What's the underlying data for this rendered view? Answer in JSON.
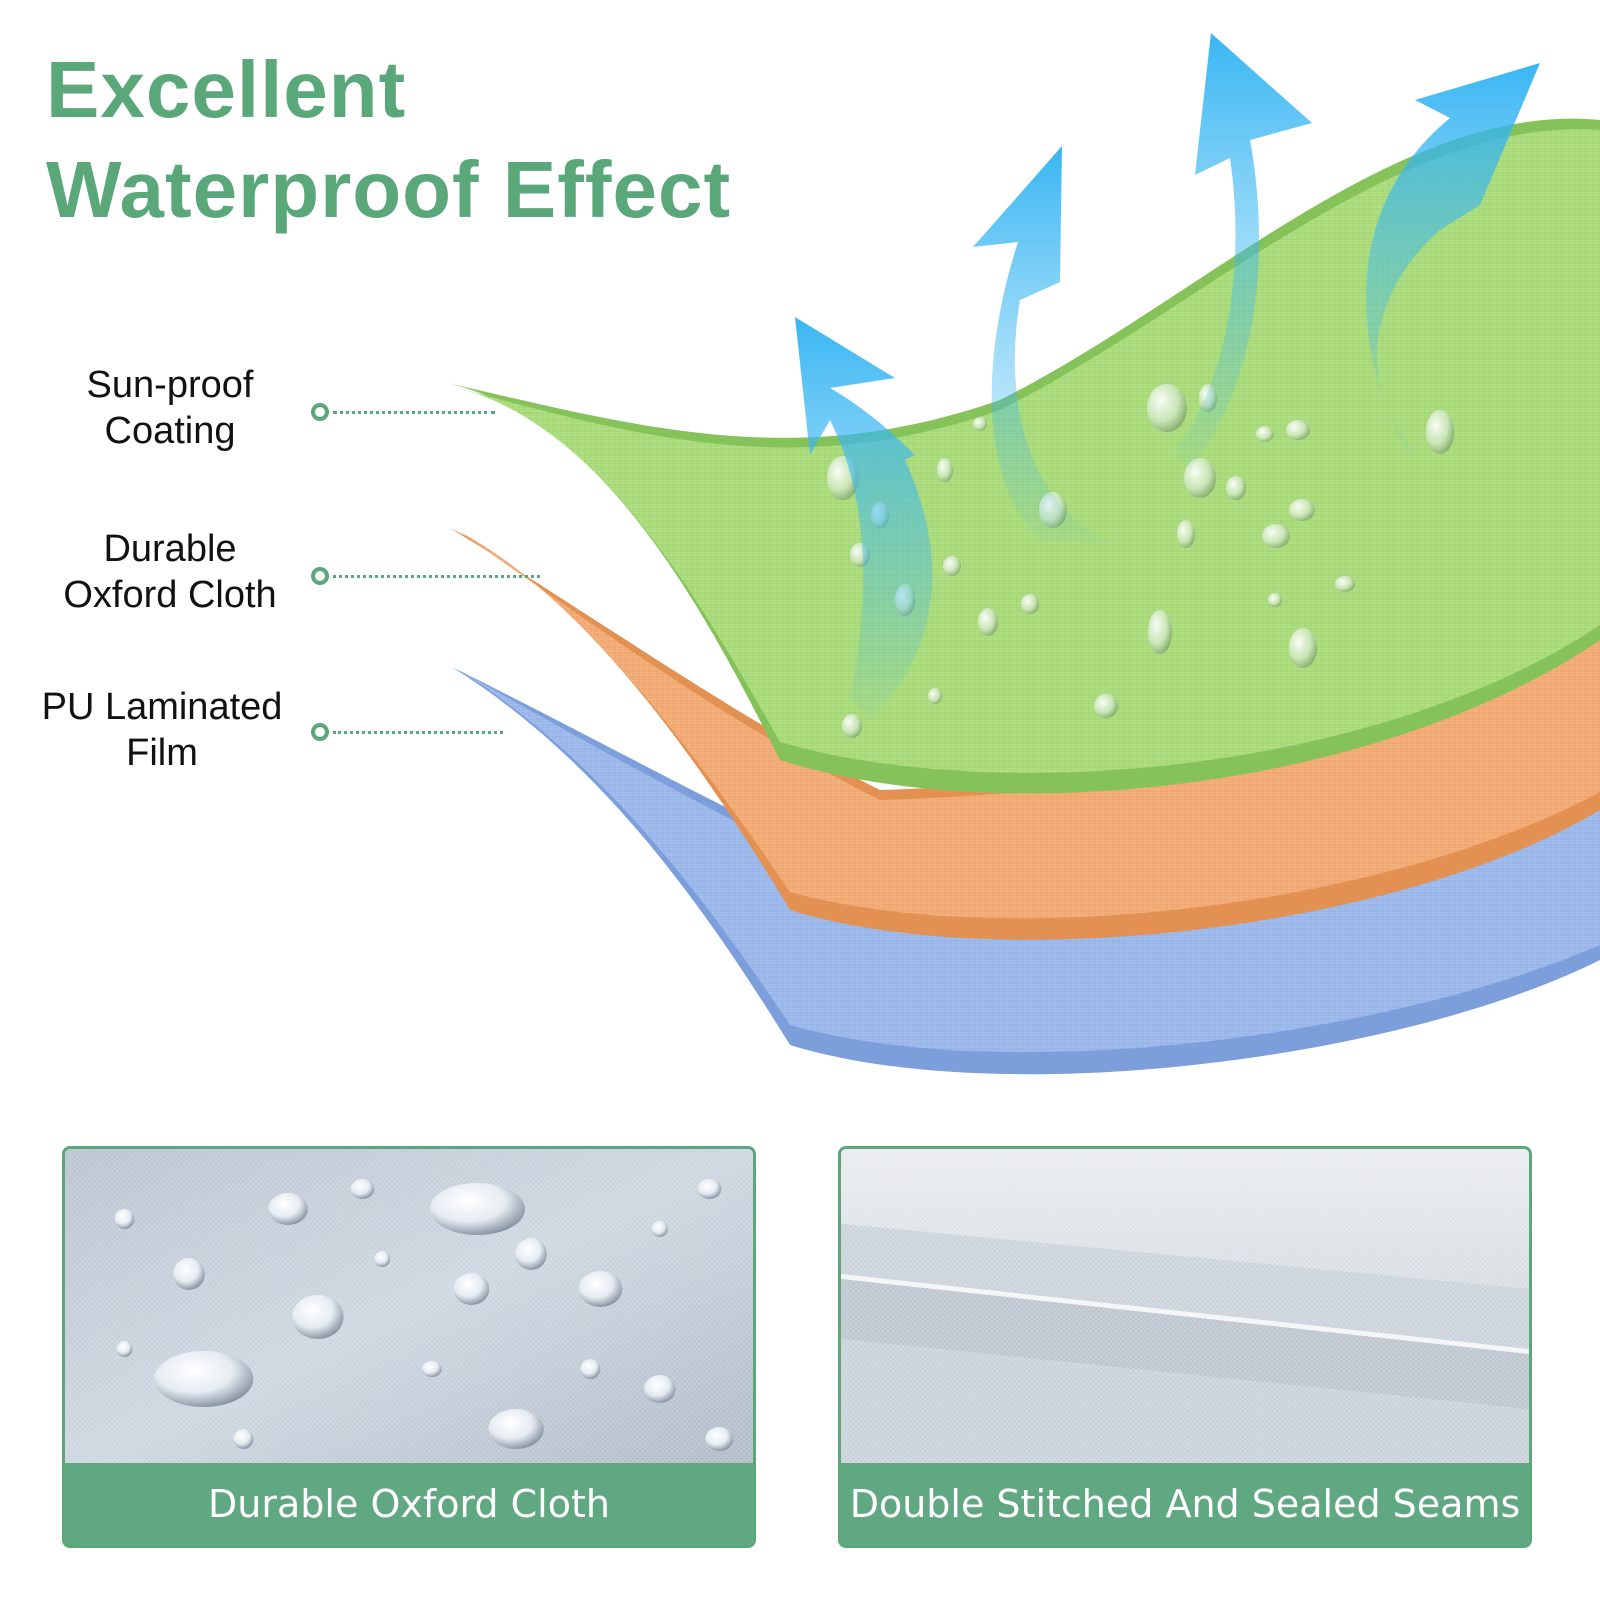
{
  "headline": {
    "line1": "Excellent",
    "line2": "Waterproof Effect"
  },
  "layers": [
    {
      "line1": "Sun-proof",
      "line2": "Coating",
      "color": "#9ed36a",
      "icon": "marker-dot-icon"
    },
    {
      "line1": "Durable",
      "line2": "Oxford Cloth",
      "color": "#f0a872",
      "icon": "marker-dot-icon"
    },
    {
      "line1": "PU Laminated",
      "line2": "Film",
      "color": "#8fb0e6",
      "icon": "marker-dot-icon"
    }
  ],
  "panels": [
    {
      "caption": "Durable Oxford Cloth",
      "image": "water-droplets-on-fabric"
    },
    {
      "caption": "Double Stitched And Sealed Seams",
      "image": "sealed-fabric-seams"
    }
  ],
  "colors": {
    "accent_green": "#5aa77a",
    "caption_green": "#5fa882",
    "arrow_blue": "#3db8f2"
  }
}
